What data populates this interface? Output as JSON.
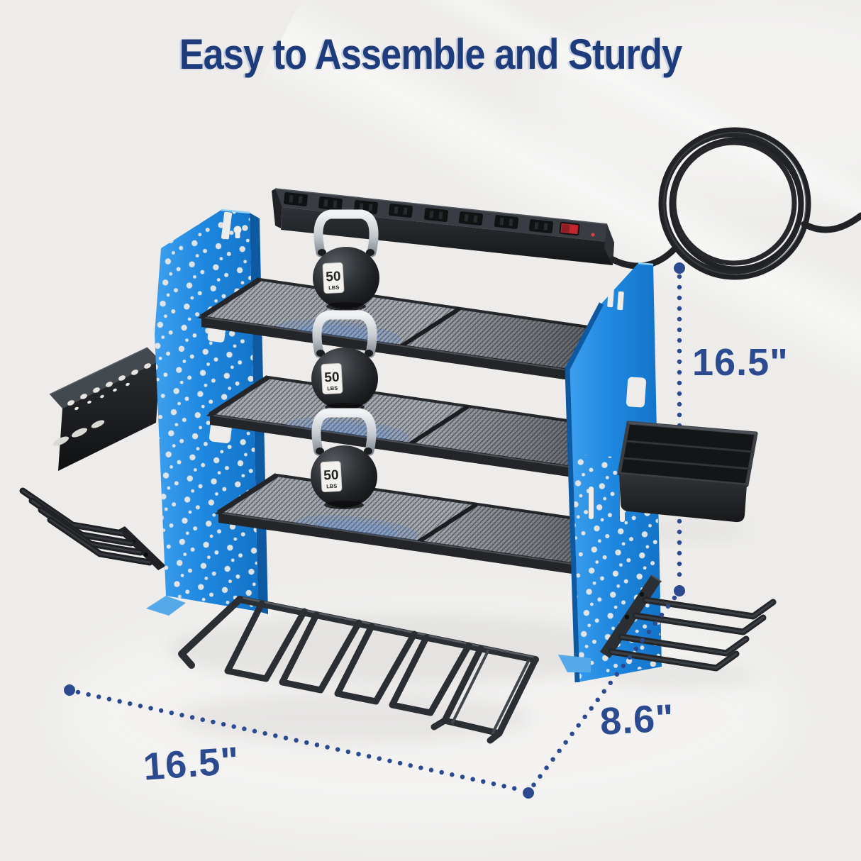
{
  "title": {
    "text": "Easy to Assemble and Sturdy"
  },
  "dimensions": {
    "height": "16.5\"",
    "depth": "8.6\"",
    "width": "16.5\""
  },
  "kettlebell": {
    "weight": "50",
    "unit": "LBS"
  },
  "colors": {
    "background": "#edecea",
    "title-text": "#1e3c7c",
    "dimension-text": "#2b4a90",
    "dotted-line": "#2b4a90",
    "panel-blue": "#1f88e0",
    "panel-blue-light": "#56a9e9",
    "panel-blue-dark": "#0d5aa2",
    "part-black": "#27292d",
    "mesh-gray": "#a8adb3",
    "switch-red": "#c1272d",
    "handle-silver": "#c6cbd1",
    "label-white": "#f2f1ee"
  }
}
